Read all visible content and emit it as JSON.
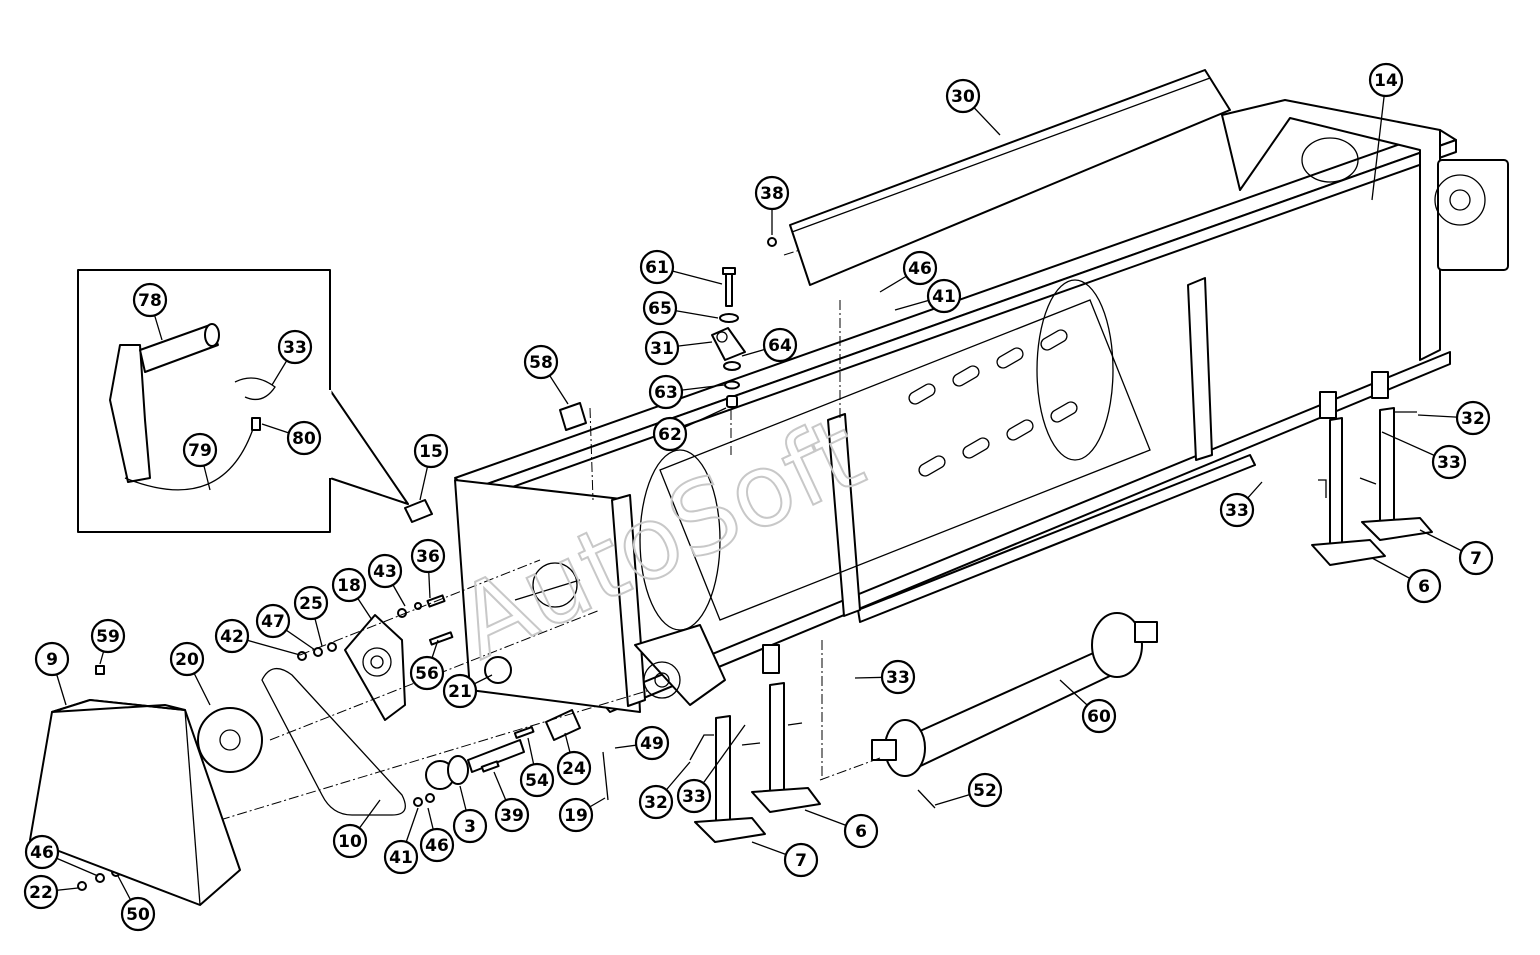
{
  "watermark": "AutoSoft",
  "colors": {
    "line": "#000000",
    "background": "#ffffff",
    "watermark": "#c8c8c8"
  },
  "callouts": [
    {
      "id": "c30",
      "label": "30"
    },
    {
      "id": "c14",
      "label": "14"
    },
    {
      "id": "c38",
      "label": "38"
    },
    {
      "id": "c61",
      "label": "61"
    },
    {
      "id": "c46a",
      "label": "46"
    },
    {
      "id": "c41a",
      "label": "41"
    },
    {
      "id": "c65",
      "label": "65"
    },
    {
      "id": "c31",
      "label": "31"
    },
    {
      "id": "c64",
      "label": "64"
    },
    {
      "id": "c58",
      "label": "58"
    },
    {
      "id": "c63",
      "label": "63"
    },
    {
      "id": "c62",
      "label": "62"
    },
    {
      "id": "c78",
      "label": "78"
    },
    {
      "id": "c33a",
      "label": "33"
    },
    {
      "id": "c80",
      "label": "80"
    },
    {
      "id": "c79",
      "label": "79"
    },
    {
      "id": "c15",
      "label": "15"
    },
    {
      "id": "c32a",
      "label": "32"
    },
    {
      "id": "c33b",
      "label": "33"
    },
    {
      "id": "c33c",
      "label": "33"
    },
    {
      "id": "c7a",
      "label": "7"
    },
    {
      "id": "c6a",
      "label": "6"
    },
    {
      "id": "c36",
      "label": "36"
    },
    {
      "id": "c43",
      "label": "43"
    },
    {
      "id": "c18",
      "label": "18"
    },
    {
      "id": "c25",
      "label": "25"
    },
    {
      "id": "c47",
      "label": "47"
    },
    {
      "id": "c42",
      "label": "42"
    },
    {
      "id": "c56",
      "label": "56"
    },
    {
      "id": "c21",
      "label": "21"
    },
    {
      "id": "c59",
      "label": "59"
    },
    {
      "id": "c9",
      "label": "9"
    },
    {
      "id": "c20",
      "label": "20"
    },
    {
      "id": "c33d",
      "label": "33"
    },
    {
      "id": "c60",
      "label": "60"
    },
    {
      "id": "c49",
      "label": "49"
    },
    {
      "id": "c24",
      "label": "24"
    },
    {
      "id": "c54",
      "label": "54"
    },
    {
      "id": "c39",
      "label": "39"
    },
    {
      "id": "c3",
      "label": "3"
    },
    {
      "id": "c19",
      "label": "19"
    },
    {
      "id": "c32b",
      "label": "32"
    },
    {
      "id": "c33e",
      "label": "33"
    },
    {
      "id": "c52",
      "label": "52"
    },
    {
      "id": "c6b",
      "label": "6"
    },
    {
      "id": "c7b",
      "label": "7"
    },
    {
      "id": "c10",
      "label": "10"
    },
    {
      "id": "c41b",
      "label": "41"
    },
    {
      "id": "c46b",
      "label": "46"
    },
    {
      "id": "c46c",
      "label": "46"
    },
    {
      "id": "c22",
      "label": "22"
    },
    {
      "id": "c50",
      "label": "50"
    }
  ]
}
